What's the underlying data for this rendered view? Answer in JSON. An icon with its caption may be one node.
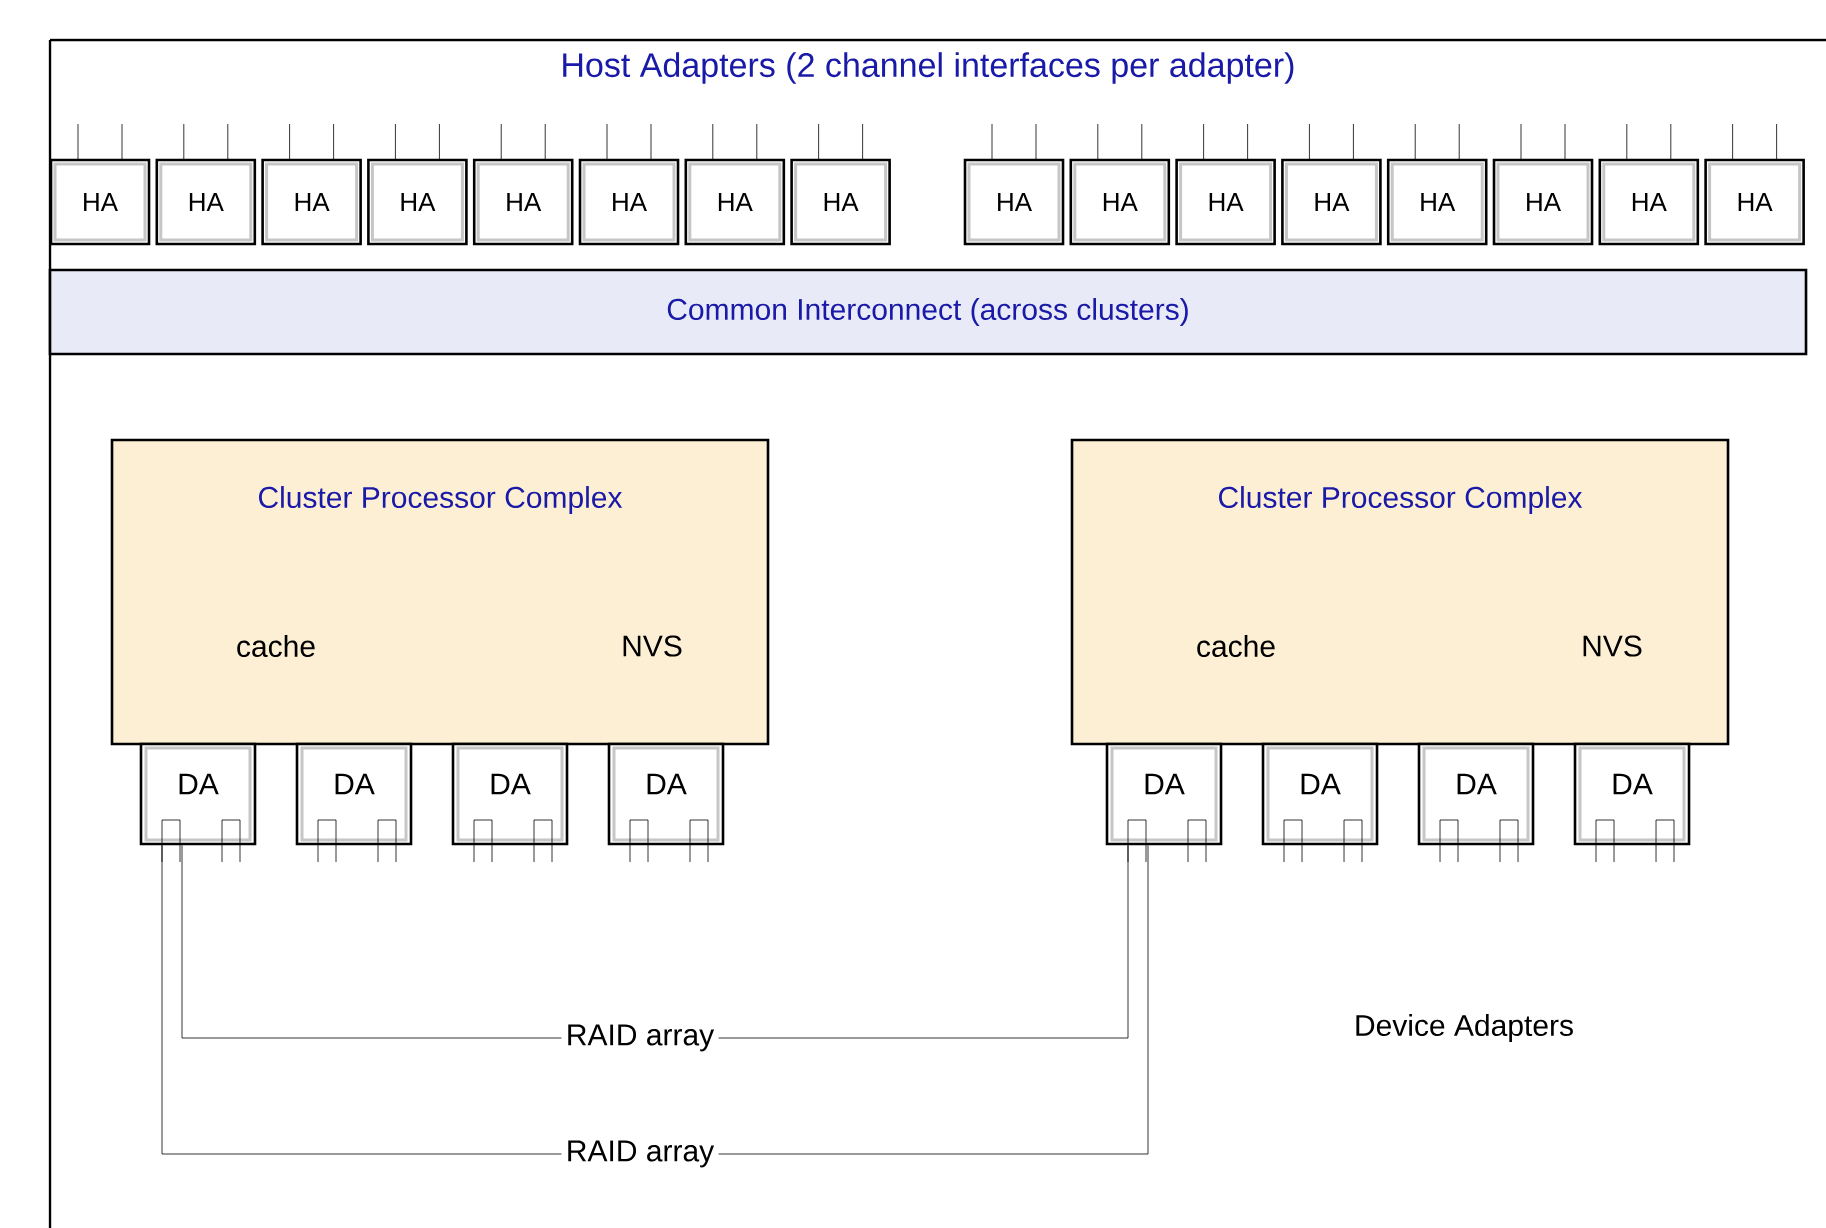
{
  "diagram": {
    "title": "Host Adapters (2 channel interfaces per adapter)",
    "nodes": [
      {
        "text": [
          "HA"
        ]
      },
      {
        "text": [
          "HA"
        ]
      },
      {
        "text": [
          "HA"
        ]
      },
      {
        "text": [
          "HA"
        ]
      },
      {
        "text": [
          "HA"
        ]
      },
      {
        "text": [
          "HA"
        ]
      },
      {
        "text": [
          "HA"
        ]
      },
      {
        "text": [
          "HA"
        ]
      },
      {
        "text": [
          "HA"
        ]
      },
      {
        "text": [
          "HA"
        ]
      },
      {
        "text": [
          "HA"
        ]
      },
      {
        "text": [
          "HA"
        ]
      },
      {
        "text": [
          "HA"
        ]
      },
      {
        "text": [
          "HA"
        ]
      },
      {
        "text": [
          "HA"
        ]
      },
      {
        "text": [
          "HA"
        ]
      },
      {
        "text": [
          "Common Interconnect (across clusters)"
        ]
      },
      {
        "text": [
          "Cluster Processor Complex",
          "cache",
          "NVS"
        ]
      },
      {
        "text": [
          "Cluster Processor Complex",
          "cache",
          "NVS"
        ]
      },
      {
        "text": [
          "DA"
        ]
      },
      {
        "text": [
          "DA"
        ]
      },
      {
        "text": [
          "DA"
        ]
      },
      {
        "text": [
          "DA"
        ]
      },
      {
        "text": [
          "DA"
        ]
      },
      {
        "text": [
          "DA"
        ]
      },
      {
        "text": [
          "DA"
        ]
      },
      {
        "text": [
          "DA"
        ]
      },
      {
        "text": [
          "RAID array"
        ]
      },
      {
        "text": [
          "RAID array"
        ]
      }
    ],
    "edges": [
      {
        "from": 19,
        "to": 27,
        "arrow": "none"
      },
      {
        "from": 27,
        "to": 23,
        "arrow": "none"
      },
      {
        "from": 19,
        "to": 28,
        "arrow": "none"
      },
      {
        "from": 28,
        "to": 23,
        "arrow": "none"
      }
    ],
    "labels": [
      "Device Adapters"
    ]
  }
}
